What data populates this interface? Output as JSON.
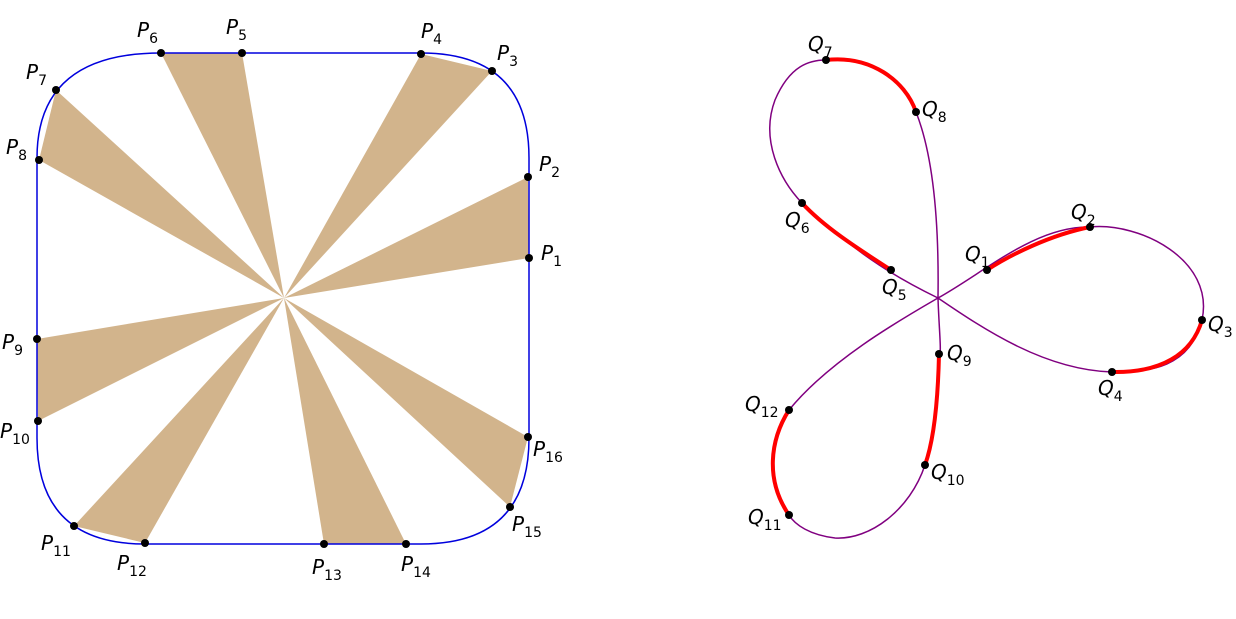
{
  "colors": {
    "square_stroke": "#0000dd",
    "sector_fill": "#d2b48c",
    "curve_stroke": "#800080",
    "highlight_stroke": "#ff0000",
    "point_fill": "#000000"
  },
  "left_figure": {
    "points": [
      {
        "letter": "P",
        "sub": "1"
      },
      {
        "letter": "P",
        "sub": "2"
      },
      {
        "letter": "P",
        "sub": "3"
      },
      {
        "letter": "P",
        "sub": "4"
      },
      {
        "letter": "P",
        "sub": "5"
      },
      {
        "letter": "P",
        "sub": "6"
      },
      {
        "letter": "P",
        "sub": "7"
      },
      {
        "letter": "P",
        "sub": "8"
      },
      {
        "letter": "P",
        "sub": "9"
      },
      {
        "letter": "P",
        "sub": "10"
      },
      {
        "letter": "P",
        "sub": "11"
      },
      {
        "letter": "P",
        "sub": "12"
      },
      {
        "letter": "P",
        "sub": "13"
      },
      {
        "letter": "P",
        "sub": "14"
      },
      {
        "letter": "P",
        "sub": "15"
      },
      {
        "letter": "P",
        "sub": "16"
      }
    ]
  },
  "right_figure": {
    "points": [
      {
        "letter": "Q",
        "sub": "1"
      },
      {
        "letter": "Q",
        "sub": "2"
      },
      {
        "letter": "Q",
        "sub": "3"
      },
      {
        "letter": "Q",
        "sub": "4"
      },
      {
        "letter": "Q",
        "sub": "5"
      },
      {
        "letter": "Q",
        "sub": "6"
      },
      {
        "letter": "Q",
        "sub": "7"
      },
      {
        "letter": "Q",
        "sub": "8"
      },
      {
        "letter": "Q",
        "sub": "9"
      },
      {
        "letter": "Q",
        "sub": "10"
      },
      {
        "letter": "Q",
        "sub": "11"
      },
      {
        "letter": "Q",
        "sub": "12"
      }
    ]
  }
}
